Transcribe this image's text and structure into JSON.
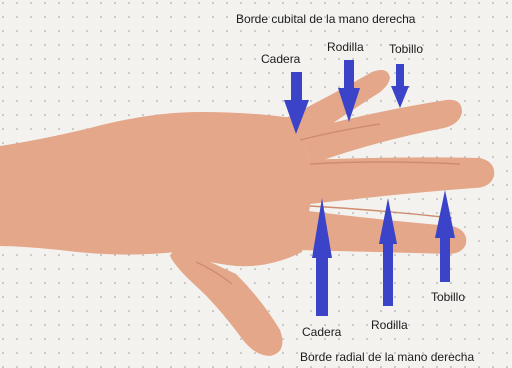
{
  "colors": {
    "background": "#f3f2ef",
    "skin": "#e4a78a",
    "skin_shadow": "#cf8c6f",
    "arrow": "#3b44c8",
    "dot": "#9a9a9a"
  },
  "top_edge": {
    "title": "Borde cubital de la mano derecha",
    "cadera": "Cadera",
    "rodilla": "Rodilla",
    "tobillo": "Tobillo"
  },
  "bottom_edge": {
    "title": "Borde radial de la mano derecha",
    "cadera": "Cadera",
    "rodilla": "Rodilla",
    "tobillo": "Tobillo"
  },
  "icons": {
    "arrow": "arrow-icon",
    "hand": "hand-photo"
  }
}
